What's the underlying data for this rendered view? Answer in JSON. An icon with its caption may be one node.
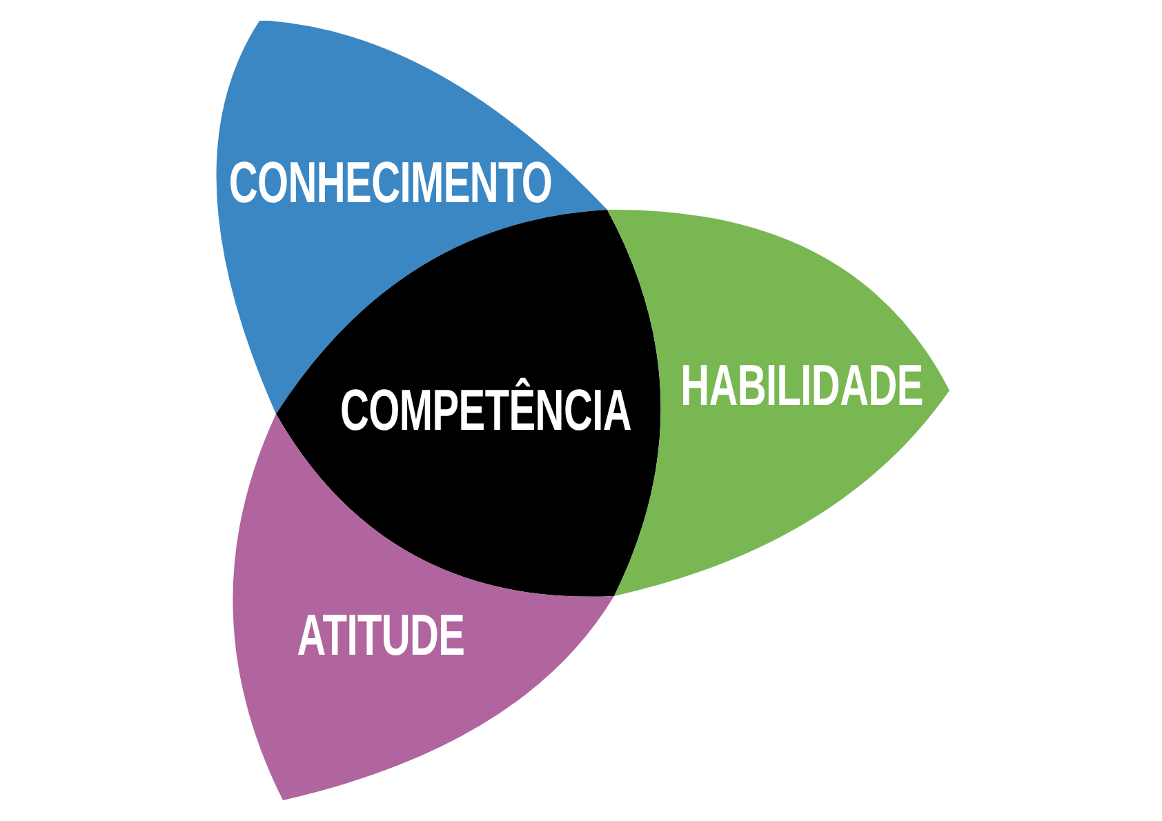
{
  "diagram": {
    "nodes": [
      {
        "text": [
          "CONHECIMENTO"
        ]
      },
      {
        "text": [
          "COMPETÊNCIA"
        ]
      },
      {
        "text": [
          "HABILIDADE"
        ]
      },
      {
        "text": [
          "ATITUDE"
        ]
      }
    ]
  }
}
